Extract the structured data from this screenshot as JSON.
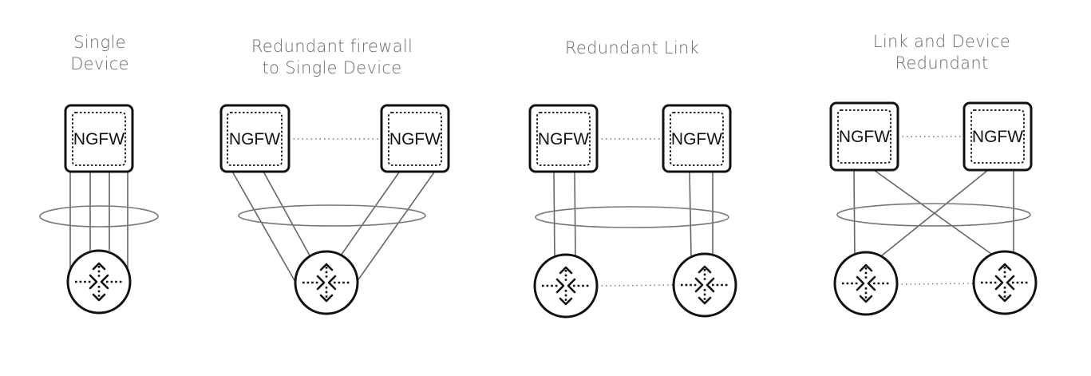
{
  "diagrams": [
    {
      "title": "Single\nDevice",
      "title_lines": [
        "Single",
        "Device"
      ],
      "firewalls": [
        {
          "label": "NGFW"
        }
      ],
      "routers": 1,
      "links_per_firewall": 4,
      "topology": "four parallel links from one firewall to one router, bundled"
    },
    {
      "title_lines": [
        "Redundant firewall",
        "to Single Device"
      ],
      "firewalls": [
        {
          "label": "NGFW"
        },
        {
          "label": "NGFW"
        }
      ],
      "routers": 1,
      "links_per_firewall": 2,
      "topology": "two firewalls (HA pair) each with two links to one router, bundled"
    },
    {
      "title_lines": [
        "Redundant Link"
      ],
      "firewalls": [
        {
          "label": "NGFW"
        },
        {
          "label": "NGFW"
        }
      ],
      "routers": 2,
      "links_per_firewall": 2,
      "topology": "each firewall has two links to its own router; routers paired"
    },
    {
      "title_lines": [
        "Link and Device",
        "Redundant"
      ],
      "firewalls": [
        {
          "label": "NGFW"
        },
        {
          "label": "NGFW"
        }
      ],
      "routers": 2,
      "links_per_firewall": 2,
      "topology": "each firewall links to both routers (cross-connected); routers paired"
    }
  ],
  "colors": {
    "title": "#6b6b6b",
    "device_stroke": "#111111",
    "link": "#666666",
    "bundle": "#777777"
  },
  "icons": {
    "firewall": "ngfw-box-icon",
    "router": "router-circle-arrows-icon"
  }
}
